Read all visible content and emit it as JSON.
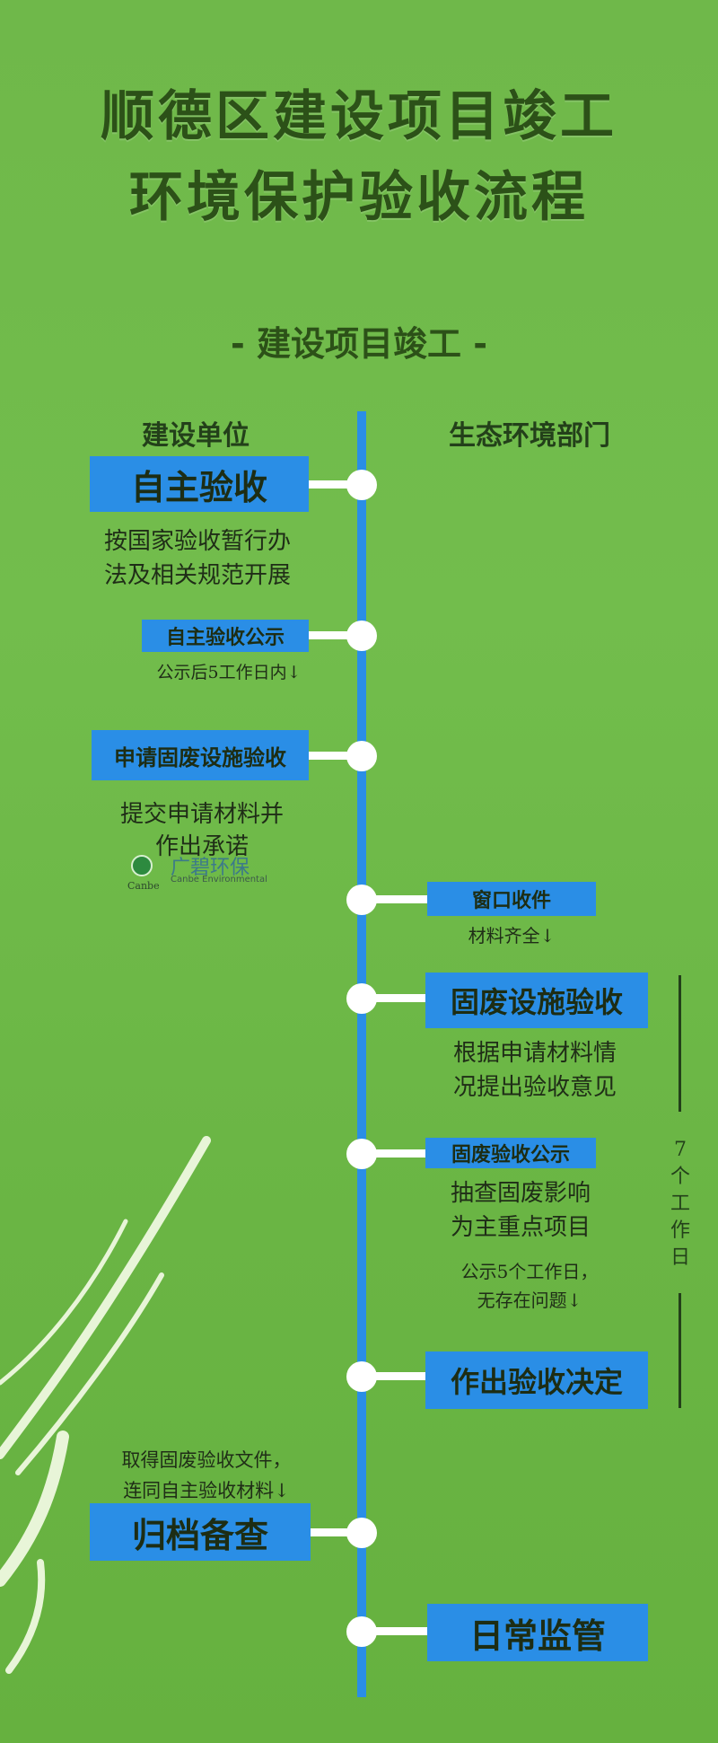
{
  "title": {
    "line1": "顺德区建设项目竣工",
    "line2": "环境保护验收流程"
  },
  "subtitle": "- 建设项目竣工 -",
  "columns": {
    "left": "建设单位",
    "right": "生态环境部门"
  },
  "steps": {
    "self_acceptance": {
      "label": "自主验收",
      "desc1": "按国家验收暂行办",
      "desc2": "法及相关规范开展"
    },
    "self_publicity": {
      "label": "自主验收公示",
      "desc": "公示后5工作日内↓"
    },
    "apply_solid_waste": {
      "label": "申请固废设施验收",
      "desc1": "提交申请材料并",
      "desc2": "作出承诺"
    },
    "window_receipt": {
      "label": "窗口收件",
      "desc": "材料齐全↓"
    },
    "solid_waste_acceptance": {
      "label": "固废设施验收",
      "desc1": "根据申请材料情",
      "desc2": "况提出验收意见"
    },
    "solid_waste_publicity": {
      "label": "固废验收公示",
      "desc1": "抽查固废影响",
      "desc2": "为主重点项目",
      "note1": "公示5个工作日，",
      "note2": "无存在问题↓"
    },
    "decision": {
      "label": "作出验收决定"
    },
    "archive": {
      "label": "归档备查",
      "note1": "取得固废验收文件，",
      "note2": "连同自主验收材料↓"
    },
    "supervision": {
      "label": "日常监管"
    }
  },
  "duration": {
    "d1": "7",
    "d2": "个",
    "d3": "工",
    "d4": "作",
    "d5": "日"
  },
  "logo": {
    "name": "广碧环保",
    "en": "Canbe Environmental",
    "mark": "Canbe"
  },
  "colors": {
    "background": "#6fb84a",
    "accent": "#2a8ee6",
    "title": "#2c5118"
  }
}
